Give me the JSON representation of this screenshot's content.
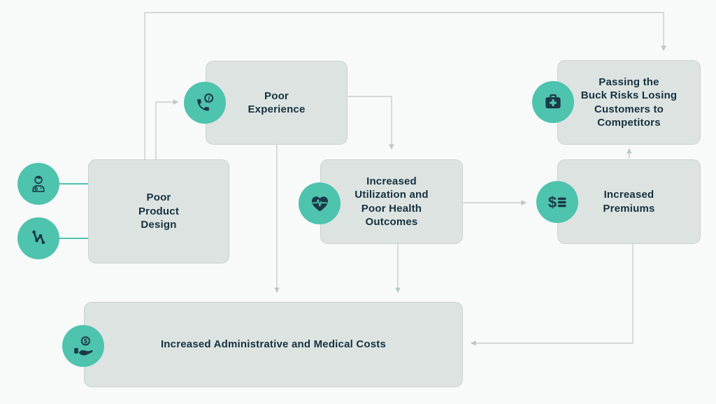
{
  "diagram": {
    "description": "Cycle flowchart of consequences of poor health-plan product design",
    "colors": {
      "background": "#f8f9f9",
      "node_fill": "#dce3e1",
      "node_border": "#c9d3d1",
      "accent_teal": "#4ec3ae",
      "ink_navy": "#17303e",
      "connector_gray": "#c6d0ce"
    },
    "nodes": {
      "poor_product_design": {
        "label": "Poor\nProduct\nDesign",
        "icons": [
          "doctor-icon",
          "trend-line-icon"
        ]
      },
      "poor_experience": {
        "label": "Poor\nExperience",
        "icons": [
          "phone-info-icon"
        ]
      },
      "increased_utilization": {
        "label": "Increased\nUtilization and\nPoor Health\nOutcomes",
        "icons": [
          "heart-pulse-icon"
        ]
      },
      "passing_the_buck": {
        "label": "Passing the\nBuck Risks Losing\nCustomers to\nCompetitors",
        "icons": [
          "first-aid-kit-icon"
        ]
      },
      "increased_premiums": {
        "label": "Increased\nPremiums",
        "icons": [
          "dollar-list-icon"
        ]
      },
      "increased_costs": {
        "label": "Increased Administrative and Medical Costs",
        "icons": [
          "hand-coin-icon"
        ]
      }
    },
    "edges": [
      {
        "from": "poor_product_design",
        "to": "passing_the_buck",
        "style": "top-loop-arrow"
      },
      {
        "from": "poor_product_design",
        "to": "poor_experience",
        "style": "arrow"
      },
      {
        "from": "poor_experience",
        "to": "increased_utilization",
        "style": "arrow"
      },
      {
        "from": "poor_experience",
        "to": "increased_costs",
        "style": "arrow"
      },
      {
        "from": "increased_utilization",
        "to": "increased_premiums",
        "style": "arrow"
      },
      {
        "from": "increased_utilization",
        "to": "increased_costs",
        "style": "arrow"
      },
      {
        "from": "increased_premiums",
        "to": "passing_the_buck",
        "style": "arrow"
      },
      {
        "from": "increased_premiums",
        "to": "increased_costs",
        "style": "arrow"
      },
      {
        "from": "doctor-icon",
        "to": "poor_product_design",
        "style": "teal-line"
      },
      {
        "from": "trend-line-icon",
        "to": "poor_product_design",
        "style": "teal-line"
      }
    ],
    "glyphs": {
      "dollar": "$",
      "coin_dollar": "$",
      "info": "i"
    }
  }
}
